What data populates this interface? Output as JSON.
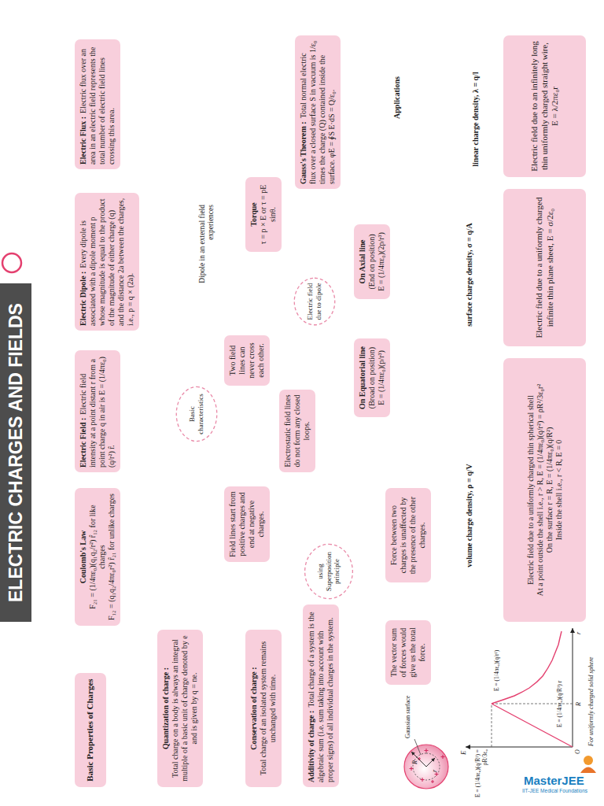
{
  "diagram": {
    "nodes": [
      {
        "text": [
          "ELECTRIC CHARGES AND FIELDS"
        ]
      },
      {
        "text": [
          "Basic Properties of Charges"
        ]
      },
      {
        "text": [
          "Quantization of charge :",
          "Total charge on a body is always an integral multiple of a basic unit of charge denoted by e and is given by q = ne."
        ]
      },
      {
        "text": [
          "Conservation of charge :",
          "Total charge of an isolated system remains unchanged with time."
        ]
      },
      {
        "text": [
          "Additivity of charge :",
          "Total charge of a system is the algebraic sum (i.e. sum taking into account with proper signs) of all individual charges in the system."
        ]
      },
      {
        "text": [
          "Coulomb's Law",
          "F₂₁ = (1/4πε₀)(q₁q₂/r²) r̂₁₂ for like charges",
          "F₁₂ = (q₁q₂/4πε₀r²) r̂₂₁ for unlike charges"
        ]
      },
      {
        "text": [
          "using Superposition principle"
        ]
      },
      {
        "text": [
          "The vector sum of forces would give us the total force."
        ]
      },
      {
        "text": [
          "Force between two charges is unaffected by the presence of the other charges."
        ]
      },
      {
        "text": [
          "Electric Field :",
          "Electric field intensity at a point distant r from a point charge q in air is E = (1/4πε₀)(q/r²) r̂."
        ]
      },
      {
        "text": [
          "Basic characteristics"
        ]
      },
      {
        "text": [
          "Field lines start from positive charges and end at negative charges."
        ]
      },
      {
        "text": [
          "Electrostatic field lines do not form any closed loops."
        ]
      },
      {
        "text": [
          "Two field lines can never cross each other."
        ]
      },
      {
        "text": [
          "Electric Dipole :",
          "Every dipole is associated with a dipole moment p whose magnitude is equal to the product of the magnitude of either charge (q) and the distance 2a between the charges, i.e., p = q × (2a)."
        ]
      },
      {
        "text": [
          "Torque",
          "τ = p × E or τ = pE sinθ."
        ]
      },
      {
        "text": [
          "Electric field due to dipole"
        ]
      },
      {
        "text": [
          "On Axial line",
          "(End on position)",
          "E = (1/4πε₀)(2p/r³)"
        ]
      },
      {
        "text": [
          "On Equatorial line",
          "(Broad on position)",
          "E = (1/4πε₀)(p/r³)"
        ]
      },
      {
        "text": [
          "Electric Flux :",
          "Electric flux over an area in an electric field represents the total number of electric field lines crossing this area."
        ]
      },
      {
        "text": [
          "Gauss's Theorem :",
          "Total normal electric flux over a closed surface S in vacuum is 1/ε₀ times the charge (Q) contained inside the surface. φE = ∮S E·dS = Q/ε₀."
        ]
      },
      {
        "text": [
          "Applications"
        ]
      },
      {
        "text": [
          "linear charge density, λ = q/l"
        ]
      },
      {
        "text": [
          "surface charge density, σ = q/A"
        ]
      },
      {
        "text": [
          "volume charge density, ρ = q/V"
        ]
      },
      {
        "text": [
          "Electric field due to an infinitely long thin uniformly charged straight wire, E = λ/2πε₀r"
        ]
      },
      {
        "text": [
          "Electric field due to a uniformly charged infinite thin plane sheet, E = σ/2ε₀"
        ]
      },
      {
        "text": [
          "Electric field due to a uniformly charged thin spherical shell",
          "At a point outside the shell i.e., r > R, E = (1/4πε₀)(q/r²) = ρR²/3ε₀r²",
          "On the surface r = R, E = (1/4πε₀)(q/R²)",
          "Inside the shell i.e., r < R, E = 0"
        ]
      }
    ],
    "edges": [
      {
        "from": 0,
        "to": 1,
        "arrow": "to"
      },
      {
        "from": 0,
        "to": 5,
        "arrow": "to"
      },
      {
        "from": 0,
        "to": 9,
        "arrow": "to"
      },
      {
        "from": 0,
        "to": 14,
        "arrow": "to"
      },
      {
        "from": 0,
        "to": 19,
        "arrow": "to"
      },
      {
        "from": 1,
        "to": 2,
        "arrow": "to"
      },
      {
        "from": 1,
        "to": 3,
        "arrow": "to"
      },
      {
        "from": 1,
        "to": 4,
        "arrow": "to"
      },
      {
        "from": 5,
        "to": 6,
        "arrow": "to"
      },
      {
        "from": 6,
        "to": 7,
        "arrow": "to"
      },
      {
        "from": 6,
        "to": 8,
        "arrow": "to"
      },
      {
        "from": 9,
        "to": 10,
        "arrow": "to"
      },
      {
        "from": 10,
        "to": 11,
        "arrow": "to"
      },
      {
        "from": 10,
        "to": 12,
        "arrow": "to"
      },
      {
        "from": 10,
        "to": 13,
        "arrow": "to"
      },
      {
        "from": 14,
        "to": 15,
        "arrow": "to",
        "label": "Dipole in an external field experiences"
      },
      {
        "from": 14,
        "to": 16,
        "arrow": "to"
      },
      {
        "from": 16,
        "to": 17,
        "arrow": "to"
      },
      {
        "from": 16,
        "to": 18,
        "arrow": "to"
      },
      {
        "from": 19,
        "to": 20,
        "arrow": "to"
      },
      {
        "from": 20,
        "to": 21,
        "arrow": "to"
      },
      {
        "from": 21,
        "to": 22,
        "arrow": "to"
      },
      {
        "from": 21,
        "to": 23,
        "arrow": "to"
      },
      {
        "from": 21,
        "to": 24,
        "arrow": "to"
      },
      {
        "from": 22,
        "to": 25,
        "arrow": "to"
      },
      {
        "from": 23,
        "to": 26,
        "arrow": "to"
      },
      {
        "from": 24,
        "to": 27,
        "arrow": "to"
      }
    ],
    "labels": [
      "Gaussian surface",
      "R",
      "r",
      "E",
      "E = (1/4πε₀)(q/R²) = ρR/3ε₀",
      "E = (1/4πε₀)(q/R³) r",
      "E = (1/4πε₀)(q/r²)",
      "R",
      "r",
      "O",
      "For uniformly charged solid sphere",
      "MasterJEE",
      "IIT-JEE Medical Foundations"
    ]
  }
}
